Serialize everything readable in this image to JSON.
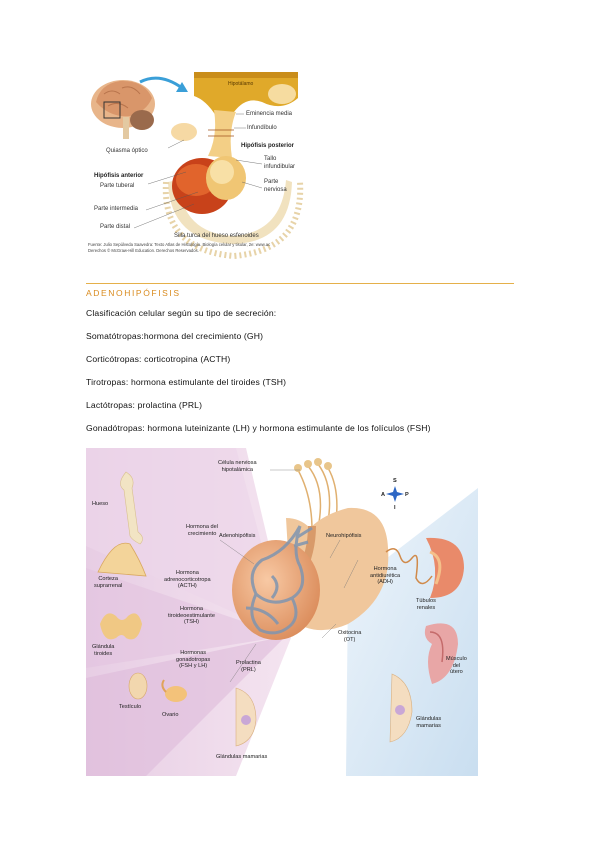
{
  "figure1": {
    "labels": {
      "hipotalamo": "Hipotálamo",
      "eminencia_media": "Eminencia media",
      "infundibulo": "Infundíbulo",
      "quiasma_optico": "Quiasma óptico",
      "hipofisis_posterior": "Hipófisis posterior",
      "tallo_infundibular_1": "Tallo",
      "tallo_infundibular_2": "infundibular",
      "hipofisis_anterior": "Hipófisis anterior",
      "parte_tuberal": "Parte tuberal",
      "parte_nerviosa_1": "Parte",
      "parte_nerviosa_2": "nerviosa",
      "parte_intermedia": "Parte intermedia",
      "parte_distal": "Parte distal",
      "silla_turca": "Silla turca del hueso esfenoides"
    },
    "source_line1": "Fuente: Julio Sepúlveda Saavedra: Texto Atlas de Histología. Biología celular y tisular, 2e: www.ac",
    "source_line2": "Derechos © McGraw-Hill Education. Derechos Reservados."
  },
  "section": {
    "heading": "ADENOHIPÓFISIS",
    "paragraphs": [
      "Clasificación celular según su tipo de secreción:",
      "Somatótropas:hormona del crecimiento (GH)",
      "Corticótropas: corticotropina (ACTH)",
      "Tirotropas: hormona estimulante del tiroides (TSH)",
      "Lactótropas: prolactina (PRL)",
      "Gonadótropas: hormona luteinizante (LH) y hormona estimulante de los folículos (FSH)"
    ]
  },
  "figure2": {
    "celula_1": "Célula nerviosa",
    "celula_2": "hipotalámica",
    "compass": {
      "s": "S",
      "a": "A",
      "p": "P",
      "i": "I"
    },
    "hueso": "Hueso",
    "gh_1": "Hormona del",
    "gh_2": "crecimiento",
    "adenohipofisis": "Adenohipófisis",
    "neurohipofisis": "Neurohipófisis",
    "corteza_1": "Corteza",
    "corteza_2": "suprarrenal",
    "acth_1": "Hormona",
    "acth_2": "adrenocorticotropa",
    "acth_3": "(ACTH)",
    "adh_1": "Hormona",
    "adh_2": "antidiurética",
    "adh_3": "(ADH)",
    "tubulos_1": "Túbulos",
    "tubulos_2": "renales",
    "tiroides_1": "Glándula",
    "tiroides_2": "tiroides",
    "tsh_1": "Hormona",
    "tsh_2": "tiroideoestimulante",
    "tsh_3": "(TSH)",
    "oxitocina_1": "Oxitocina",
    "oxitocina_2": "(OT)",
    "gonado_1": "Hormonas",
    "gonado_2": "gonadotropas",
    "gonado_3": "(FSH y LH)",
    "prl_1": "Prolactina",
    "prl_2": "(PRL)",
    "musculo_1": "Músculo",
    "musculo_2": "del",
    "musculo_3": "útero",
    "testiculo": "Testículo",
    "ovario": "Ovario",
    "mamarias_der_1": "Glándulas",
    "mamarias_der_2": "mamarias",
    "mamarias_centro": "Glándulas mamarias"
  }
}
